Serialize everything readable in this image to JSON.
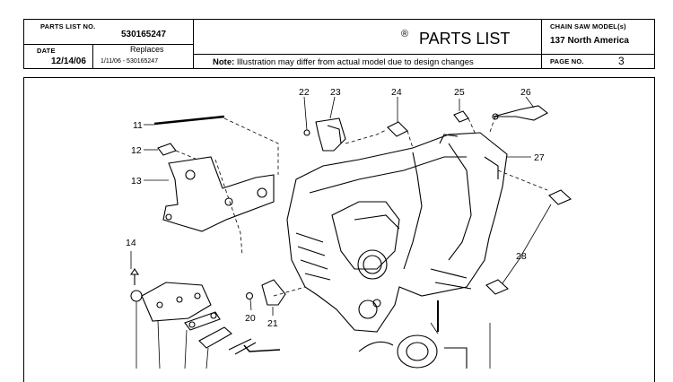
{
  "header": {
    "parts_list_no_label": "PARTS LIST NO.",
    "parts_list_no": "530165247",
    "date_label": "DATE",
    "date": "12/14/06",
    "replaces_label": "Replaces",
    "replaces_value": "1/11/06 - 530165247",
    "registered": "®",
    "title": "PARTS LIST",
    "note_label": "Note:",
    "note_text": "Illustration may differ from actual model due to design changes",
    "model_label": "CHAIN SAW MODEL(s)",
    "model": "137 North America",
    "page_label": "PAGE  NO.",
    "page_no": "3"
  },
  "callouts": [
    "11",
    "12",
    "13",
    "14",
    "20",
    "21",
    "22",
    "23",
    "24",
    "25",
    "26",
    "27",
    "28"
  ]
}
